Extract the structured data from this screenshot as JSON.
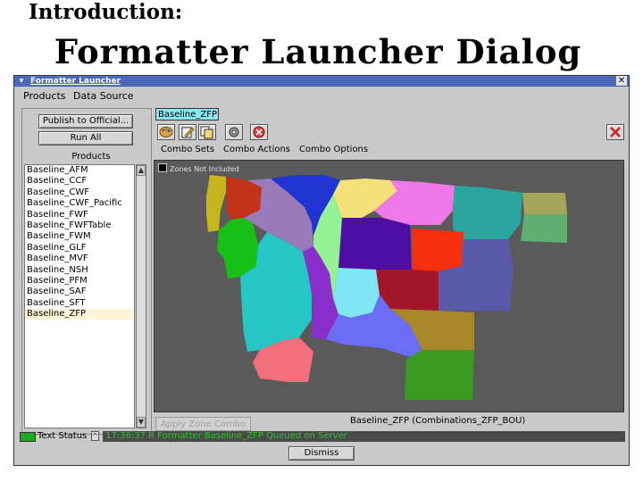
{
  "slide": {
    "intro": "Introduction:",
    "title": "Formatter Launcher Dialog"
  },
  "window": {
    "title": "Formatter Launcher",
    "menu_icon": "window-menu-icon",
    "close_glyph": "✕"
  },
  "menubar": {
    "items": [
      "Products",
      "Data Source"
    ]
  },
  "left": {
    "publish_label": "Publish to Official...",
    "run_all_label": "Run All",
    "products_heading": "Products",
    "products": [
      "Baseline_AFM",
      "Baseline_CCF",
      "Baseline_CWF",
      "Baseline_CWF_Pacific",
      "Baseline_FWF",
      "Baseline_FWFTable",
      "Baseline_FWM",
      "Baseline_GLF",
      "Baseline_MVF",
      "Baseline_NSH",
      "Baseline_PFM",
      "Baseline_SAF",
      "Baseline_SFT",
      "Baseline_ZFP"
    ],
    "selected": "Baseline_ZFP"
  },
  "right": {
    "tab_label": "Baseline_ZFP",
    "toolbar_icons": [
      "palette-icon",
      "edit-icon",
      "copy-icon",
      "settings-icon",
      "stop-icon",
      "close-product-icon"
    ],
    "submenu": [
      "Combo Sets",
      "Combo Actions",
      "Combo Options"
    ],
    "legend_label": "Zones Not Included",
    "apply_label": "Apply Zone Combo",
    "combo_status": "Baseline_ZFP (Combinations_ZFP_BOU)"
  },
  "status": {
    "label": "Text Status",
    "message": "17:36:37 R Formatter Baseline_ZFP Queued on Server"
  },
  "dismiss_label": "Dismiss",
  "colors": {
    "titlebar": "#3a56a8",
    "tab_active": "#88e8f2",
    "map_background": "#5a5a5a",
    "status_text": "#2bc42b",
    "selected_row": "#fcf5d6"
  }
}
